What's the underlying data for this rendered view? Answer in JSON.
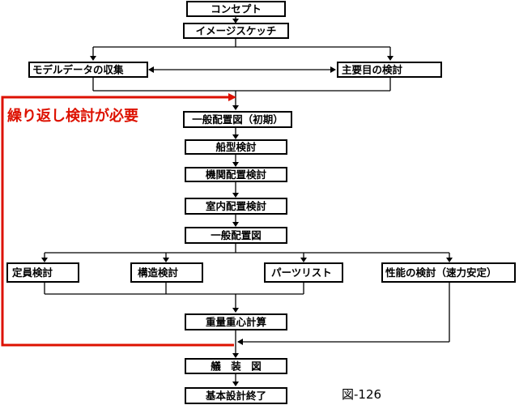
{
  "nodes": {
    "concept": "コンセプト",
    "sketch": "イメージスケッチ",
    "model_data": "モデルデータの収集",
    "main_items": "主要目の検討",
    "general_initial": "一般配置図（初期）",
    "hull_form": "船型検討",
    "engine_layout": "機関配置検討",
    "interior_layout": "室内配置検討",
    "general_arrangement": "一般配置図",
    "capacity": "定員検討",
    "structure": "構造検討",
    "parts_list": "パーツリスト",
    "performance": "性能の検討（速力安定）",
    "weight_cg": "重量重心計算",
    "outfitting": "艤　装　図",
    "design_complete": "基本設計終了"
  },
  "loop_label": "繰り返し検討が必要",
  "figure_label": "図-126",
  "colors": {
    "loop": "#dd1100",
    "line": "#000000",
    "box_fill": "#ffffff"
  }
}
